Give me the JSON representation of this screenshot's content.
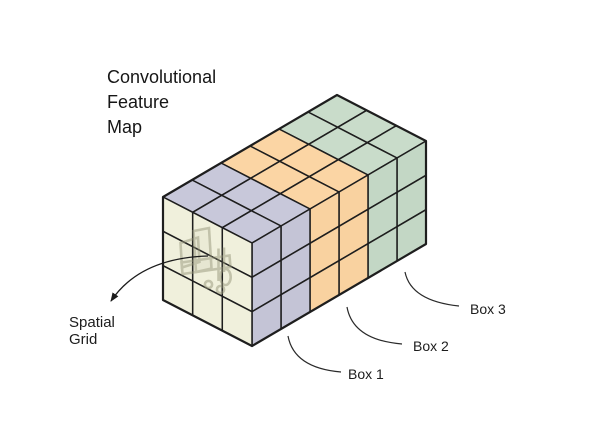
{
  "title": {
    "lines": [
      "Convolutional",
      "Feature",
      "Map"
    ]
  },
  "spatial_grid_label": {
    "lines": [
      "Spatial",
      "Grid"
    ]
  },
  "box_labels": [
    "Box 1",
    "Box 2",
    "Box 3"
  ],
  "diagram": {
    "type": "isometric-cuboid-grid",
    "description": "3D convolutional feature map volume, 3 cells wide, 3 cells tall, 6 cells deep, divided depth-wise into three 2-cell boxes; front spatial grid face shows a faint object sketch",
    "grid": {
      "columns": 3,
      "rows": 3,
      "depth": 6
    },
    "front_face": {
      "color": "#f0f0dc"
    },
    "sections": [
      {
        "label": "Box 1",
        "depth_cells": 2,
        "top_color": "#c8c8da",
        "side_color": "#c4c4d6"
      },
      {
        "label": "Box 2",
        "depth_cells": 2,
        "top_color": "#fbd5a4",
        "side_color": "#f9d2a0"
      },
      {
        "label": "Box 3",
        "depth_cells": 2,
        "top_color": "#c9dcca",
        "side_color": "#c3d7c5"
      }
    ],
    "outline_color": "#1e1e1e",
    "sketch_color": "#96967a",
    "background_color": "#ffffff"
  }
}
